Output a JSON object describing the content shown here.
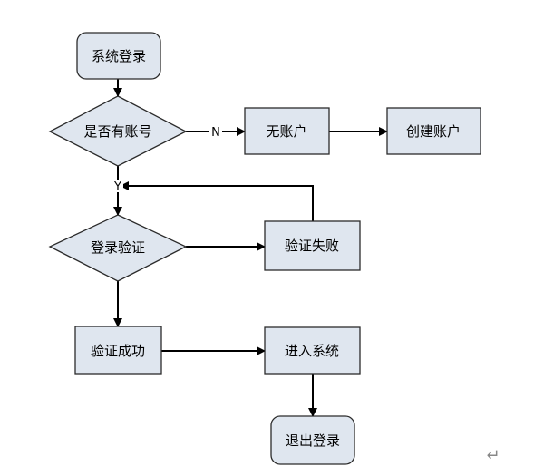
{
  "colors": {
    "node_fill": "#dfe6ef",
    "node_stroke": "#2b2b2b",
    "arrow": "#000000"
  },
  "nodes": {
    "login": "系统登录",
    "has_account": "是否有账号",
    "no_account": "无账户",
    "create_account": "创建账户",
    "verify_login": "登录验证",
    "verify_fail": "验证失败",
    "verify_success": "验证成功",
    "enter_system": "进入系统",
    "logout": "退出登录"
  },
  "edges": {
    "no_label": "N",
    "yes_label": "Y"
  },
  "return_mark": "↵"
}
